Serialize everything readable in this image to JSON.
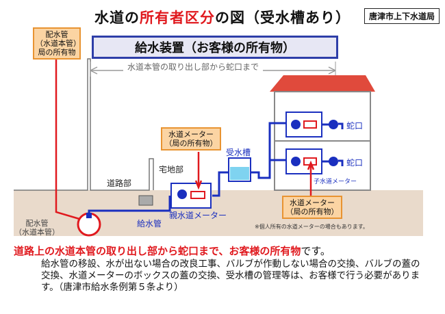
{
  "title": {
    "prefix": "水道の",
    "highlight": "所有者区分",
    "suffix": "の図（受水槽あり）"
  },
  "bureau": "唐津市上下水道局",
  "banner": "給水装置（お客様の所有物）",
  "range_label": "水道本管の取り出し部から蛇口まで",
  "callout_main": [
    "配水管",
    "（水道本管）",
    "局の所有物"
  ],
  "callout_meter_left": [
    "水道メーター",
    "（局の所有物）"
  ],
  "callout_meter_right": [
    "水道メーター",
    "（局の所有物）"
  ],
  "labels": {
    "road": "道路部",
    "residential": "宅地部",
    "tank": "受水槽",
    "supply_pipe": "給水管",
    "parent_meter": "親水道メーター",
    "child_meter": "子水道メーター",
    "faucet_upper": "蛇口",
    "faucet_lower": "蛇口",
    "main_pipe": [
      "配水管",
      "（水道本管）"
    ],
    "note": "※個人所有の水道メーターの場合もあります。"
  },
  "message": {
    "red": "道路上の水道本管の取り出し部から蛇口まで、お客様の所有物",
    "tail": "です。"
  },
  "body": "給水管の移設、水が出ない場合の改良工事、バルブが作動しない場合の交換、バルブの蓋の交換、水道メーターのボックスの蓋の交換、受水槽の管理等は、お客様で行う必要があります。（唐津市給水条例第５条より）",
  "colors": {
    "pipe": "#1a2fbf",
    "red": "#e0191e",
    "roof": "#e04a3c",
    "ground": "#e9dacb",
    "orange_box": "#fbd4a3",
    "water": "#7fd3f0"
  }
}
